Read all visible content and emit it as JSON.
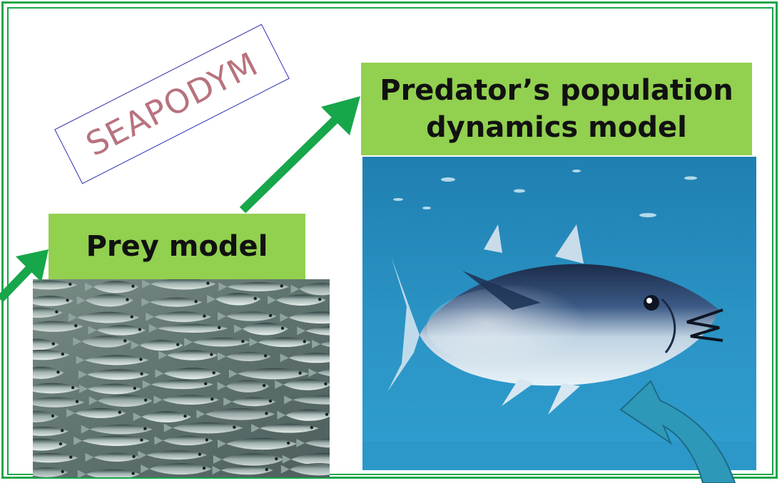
{
  "stamp": {
    "text": "SEAPODYM"
  },
  "predator_label": {
    "line1": "Predator’s population",
    "line2": "dynamics model"
  },
  "prey_label": {
    "text": "Prey model"
  },
  "colors": {
    "frame_green": "#17a64a",
    "arrow_green": "#17a64a",
    "label_fill": "#92d050",
    "stamp_border": "#2b2fb0",
    "stamp_text": "#b8737e",
    "curved_arrow": "#2e98b8"
  },
  "images": {
    "predator_photo": "tuna-photo",
    "prey_photo": "sardine-school-photo"
  }
}
